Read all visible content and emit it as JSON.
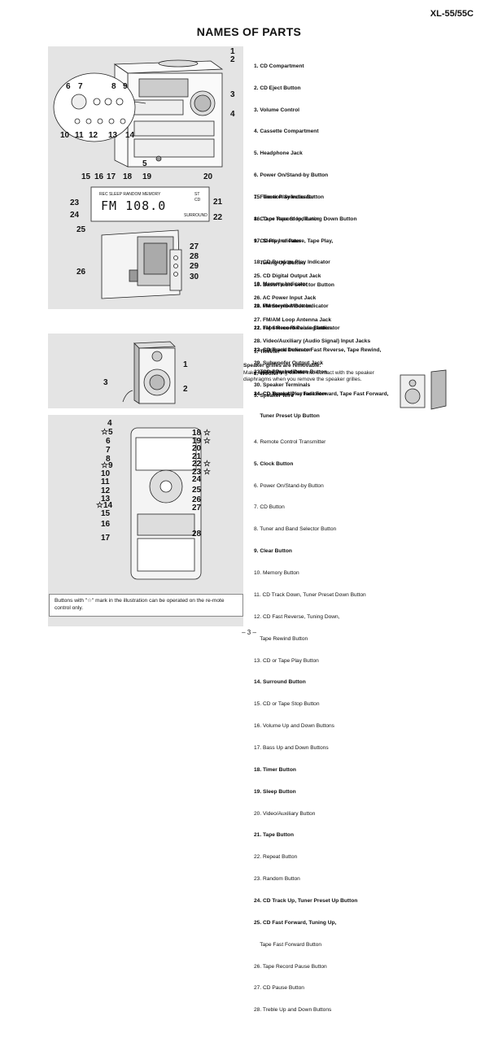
{
  "header": {
    "model": "XL-55/55C",
    "title": "NAMES OF PARTS"
  },
  "main_unit": {
    "callouts": [
      "1",
      "2",
      "3",
      "4",
      "5",
      "6",
      "7",
      "8",
      "9",
      "10",
      "11",
      "12",
      "13",
      "14"
    ],
    "display_callouts": [
      "15",
      "16",
      "17",
      "18",
      "19",
      "20",
      "21",
      "22",
      "23",
      "24"
    ],
    "display_text": {
      "top_row": "REC SLEEP RANDOM MEMORY",
      "freq": "FM 108.0",
      "st": "ST",
      "cd": "CD",
      "surround": "SURROUND"
    },
    "rear_callouts": [
      "25",
      "26",
      "27",
      "28",
      "29",
      "30"
    ],
    "list1": [
      "1. CD Compartment",
      "2. CD Eject Button",
      "3. Volume Control",
      "4. Cassette Compartment",
      "5. Headphone Jack",
      "6. Power On/Stand-by Button",
      "7. Function Selector Button",
      "8. CD or Tape Stop, Tuning Down Button",
      "9. CD Play or Pause, Tape Play,",
      "    Tuning Up Button",
      "10. Bass/Treble Selector Button",
      "11. Memory/Set Button",
      "12. Tape Record Pause Button",
      "13. CD Track Down or Fast Reverse, Tape Rewind,",
      "    Tuner Preset Down Button",
      "14. CD Track Up or Fast Forward, Tape Fast Forward,",
      "    Tuner Preset Up Button"
    ],
    "list2": [
      "15. Timer Play Indicator",
      "16. Tape Record Indicator",
      "17. Sleep Indicator",
      "18. CD Random Play Indicator",
      "19. Memory Indicator",
      "20. FM Stereo Mode Indicator",
      "21. FM Stereo Receiving Indicator",
      "22. Surround Indicator",
      "23. CD Play Indicator",
      "24. CD Repeat Play Indicator"
    ],
    "list3": [
      "25. CD Digital Output Jack",
      "26. AC Power Input Jack",
      "27. FM/AM Loop Antenna Jack",
      "28. Video/Auxiliary (Audio Signal) Input Jacks",
      "29. Subwoofer Output Jack",
      "30. Speaker Terminals"
    ]
  },
  "speaker": {
    "callouts": [
      "1",
      "2",
      "3"
    ],
    "list": [
      "1. Tweeter",
      "2. Woofer",
      "3. Speaker Wire"
    ],
    "note_title": "Speaker grilles are removable:",
    "note_text": "Make sure nothing comes into contact with the speaker diaphragms when you remove the speaker grilles."
  },
  "remote": {
    "left_callouts": [
      "4",
      "☆5",
      "6",
      "7",
      "8",
      "☆9",
      "10",
      "11",
      "12",
      "13",
      "☆14",
      "15",
      "16",
      "17"
    ],
    "right_callouts": [
      "18 ☆",
      "19 ☆",
      "20",
      "21",
      "22 ☆",
      "23 ☆",
      "24",
      "25",
      "26",
      "27",
      "28"
    ],
    "note": "Buttons with \"☆\" mark in the illustration can be operated on the re-mote control only.",
    "list": [
      "4. Remote Control Transmitter",
      "5. Clock Button",
      "6. Power On/Stand-by Button",
      "7. CD Button",
      "8. Tuner and Band Selector Button",
      "9. Clear Button",
      "10. Memory Button",
      "11. CD Track Down, Tuner Preset Down Button",
      "12. CD Fast Reverse, Tuning Down,",
      "    Tape Rewind Button",
      "13. CD or Tape Play Button",
      "14. Surround Button",
      "15. CD or Tape Stop Button",
      "16. Volume Up and Down Buttons",
      "17. Bass Up and Down Buttons",
      "18. Timer Button",
      "19. Sleep Button",
      "20. Video/Auxiliary Button",
      "21. Tape Button",
      "22. Repeat Button",
      "23. Random Button",
      "24. CD Track Up, Tuner Preset Up Button",
      "25. CD Fast Forward, Tuning Up,",
      "    Tape Fast Forward Button",
      "26. Tape Record Pause Button",
      "27. CD Pause Button",
      "28. Treble Up and Down Buttons"
    ]
  },
  "footer": {
    "page": "– 3 –"
  }
}
